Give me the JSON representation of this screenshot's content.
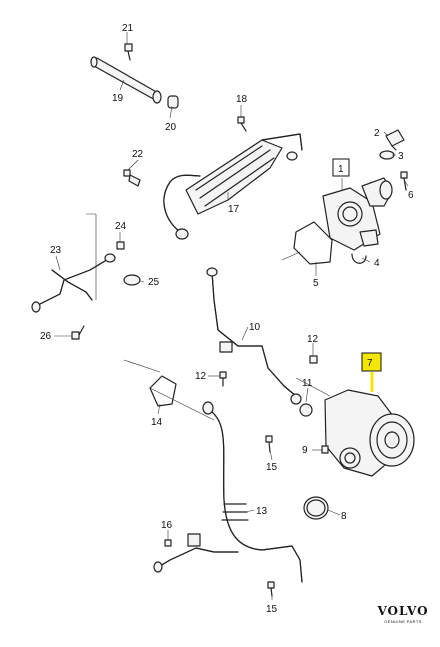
{
  "callouts": [
    {
      "id": "c21",
      "text": "21"
    },
    {
      "id": "c19",
      "text": "19"
    },
    {
      "id": "c20",
      "text": "20"
    },
    {
      "id": "c18",
      "text": "18"
    },
    {
      "id": "c2",
      "text": "2"
    },
    {
      "id": "c3",
      "text": "3"
    },
    {
      "id": "c22",
      "text": "22"
    },
    {
      "id": "c1",
      "text": "1"
    },
    {
      "id": "c6",
      "text": "6"
    },
    {
      "id": "c17",
      "text": "17"
    },
    {
      "id": "c24",
      "text": "24"
    },
    {
      "id": "c23",
      "text": "23"
    },
    {
      "id": "c4",
      "text": "4"
    },
    {
      "id": "c5",
      "text": "5"
    },
    {
      "id": "c25",
      "text": "25"
    },
    {
      "id": "c26",
      "text": "26"
    },
    {
      "id": "c10",
      "text": "10"
    },
    {
      "id": "c12a",
      "text": "12"
    },
    {
      "id": "c12b",
      "text": "12"
    },
    {
      "id": "c7",
      "text": "7"
    },
    {
      "id": "c11",
      "text": "11"
    },
    {
      "id": "c14",
      "text": "14"
    },
    {
      "id": "c9",
      "text": "9"
    },
    {
      "id": "c15a",
      "text": "15"
    },
    {
      "id": "c13",
      "text": "13"
    },
    {
      "id": "c8",
      "text": "8"
    },
    {
      "id": "c16",
      "text": "16"
    },
    {
      "id": "c15b",
      "text": "15"
    }
  ],
  "highlight": {
    "callout": "7",
    "color": "#f3e600"
  },
  "logo": {
    "brand": "VOLVO",
    "tagline": "GENUINE PARTS"
  }
}
